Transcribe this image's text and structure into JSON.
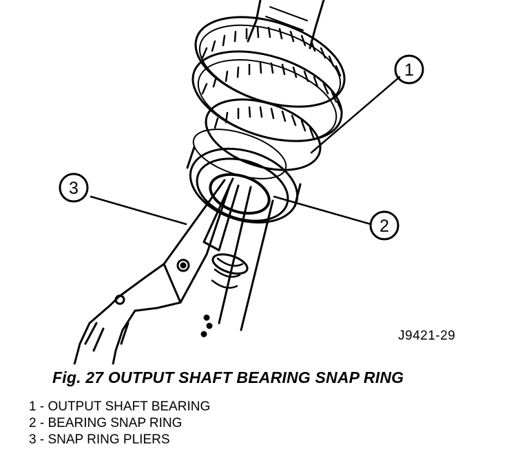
{
  "figure": {
    "callouts": [
      {
        "number": "1"
      },
      {
        "number": "2"
      },
      {
        "number": "3"
      }
    ],
    "reference_code": "J9421-29",
    "caption": "Fig. 27 OUTPUT SHAFT BEARING SNAP RING"
  },
  "legend": [
    {
      "text": "1 - OUTPUT SHAFT BEARING"
    },
    {
      "text": "2 - BEARING SNAP RING"
    },
    {
      "text": "3 - SNAP RING PLIERS"
    }
  ]
}
